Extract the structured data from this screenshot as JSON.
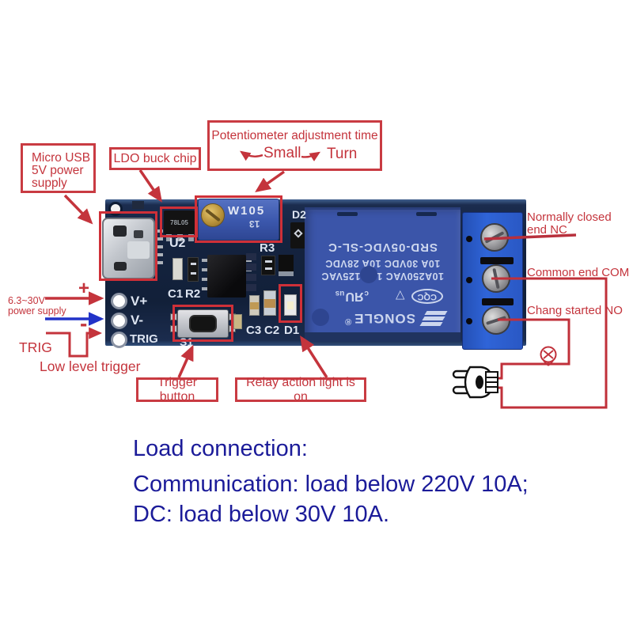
{
  "annotations": {
    "micro_usb": "Micro USB\n5V power\nsupply",
    "ldo": "LDO buck chip",
    "pot_title": "Potentiometer adjustment time",
    "pot_small": "Small",
    "pot_turn": "Turn",
    "nc": "Normally closed\nend NC",
    "com": "Common end COM",
    "no": "Chang started NO",
    "plus": "+",
    "minus": "-",
    "dc_range": "6.3~30V\npower supply",
    "trig": "TRIG",
    "low_level": "Low level trigger",
    "trigger_button": "Trigger button",
    "relay_light": "Relay action light is on"
  },
  "board": {
    "silkscreen": {
      "u2": "U2",
      "c1": "C1",
      "r2": "R2",
      "r3": "R3",
      "c3": "C3",
      "c2": "C2",
      "d1": "D1",
      "d2": "D2",
      "s1": "S1",
      "vplus": "V+",
      "vminus": "V-",
      "trig": "TRIG"
    },
    "ldo_chip": "78L05",
    "pot_marking": "W105",
    "pot_code": "13",
    "relay": {
      "brand": "SONGLE",
      "reg": "®",
      "ul_c": "c",
      "ul_mark": "ЯU",
      "ul_us": "us",
      "cqc": "CQC",
      "triangle": "▽",
      "rating_ac": "10A250VAC 10A 125VAC",
      "rating_dc": "10A 30VDC 10A 28VDC",
      "model": "SRD-05VDC-SL-C"
    }
  },
  "footer": {
    "title": "Load connection:",
    "line_ac": "Communication: load below 220V 10A;",
    "line_dc": "DC: load below 30V 10A."
  },
  "colors": {
    "annotation_red": "#c4343c",
    "wire_blue": "#2233c8",
    "footer_blue": "#1b1b99",
    "pcb_navy": "#152540",
    "relay_blue": "#3a55a8",
    "terminal_blue": "#2e62d6"
  }
}
